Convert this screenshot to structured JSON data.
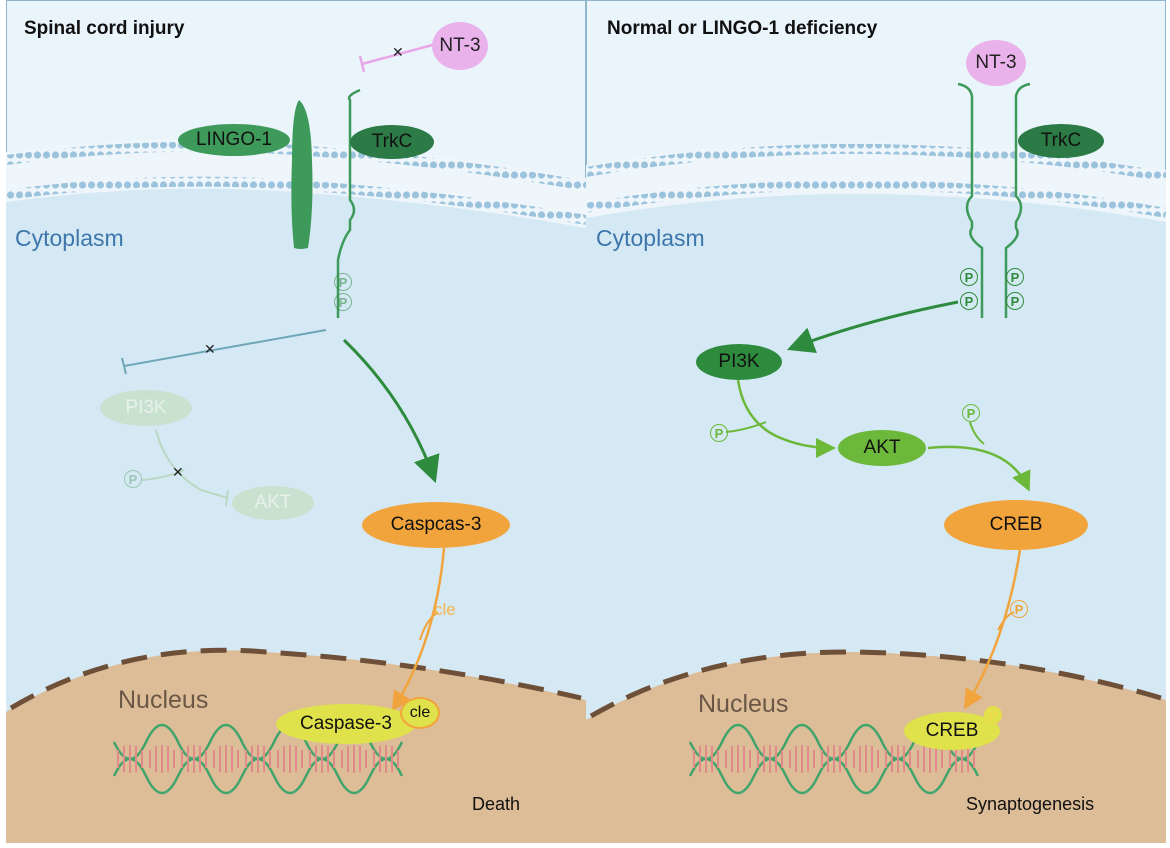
{
  "left": {
    "title": "Spinal cord injury",
    "cytoplasm": "Cytoplasm",
    "nucleus": "Nucleus",
    "outcome": "Death",
    "nt3": "NT-3",
    "lingo1": "LINGO-1",
    "trkc": "TrkC",
    "pi3k": "PI3K",
    "akt": "AKT",
    "caspase_cyto": "Caspcas-3",
    "cle": "cle",
    "caspase_nuc": "Caspase-3",
    "cle_badge": "cle",
    "p_symbol": "P"
  },
  "right": {
    "title": "Normal or LINGO-1 deficiency",
    "cytoplasm": "Cytoplasm",
    "nucleus": "Nucleus",
    "outcome": "Synaptogenesis",
    "nt3": "NT-3",
    "trkc": "TrkC",
    "pi3k": "PI3K",
    "akt": "AKT",
    "creb_cyto": "CREB",
    "creb_nuc": "CREB",
    "p_symbol": "P"
  },
  "colors": {
    "cytoplasm_bg": "#d6e9f5",
    "extracellular_bg": "#e8f3fa",
    "membrane": "#9cc3dc",
    "nucleus": "#ddbf9a",
    "receptor_green": "#3e9a5a",
    "caspase_orange": "#f2a43c",
    "nuclear_yellow": "#dfe24a",
    "nt3_pink": "#eab2ea"
  }
}
